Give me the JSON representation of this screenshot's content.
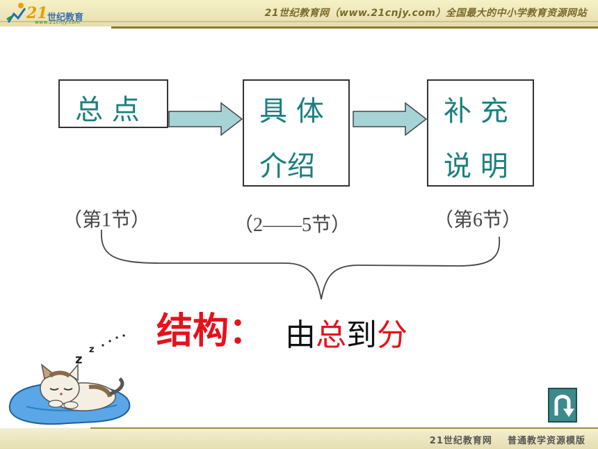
{
  "header": {
    "logo_number": "21",
    "logo_name": "世纪教育",
    "logo_url": "www.21cnjy.com",
    "slogan": "21世纪教育网（www.21cnjy.com）全国最大的中小学教育资源网站"
  },
  "flow": {
    "boxes": [
      {
        "line1": "总  点",
        "line2": ""
      },
      {
        "line1": "具 体",
        "line2": "介绍"
      },
      {
        "line1": "补 充",
        "line2": "说 明"
      }
    ],
    "notes": [
      "（第1节）",
      "（2——5节）",
      "（第6节）"
    ]
  },
  "structure": {
    "label": "结构：",
    "value_parts": [
      "由",
      "总",
      "到",
      "分"
    ]
  },
  "footer": {
    "site": "21世纪教育网",
    "template": "普通教学资源模版"
  },
  "colors": {
    "box_text": "#1a7f80",
    "arrow_fill": "#a6d4d6",
    "accent_red": "#e8101a"
  },
  "icons": {
    "sleeping_cat": "sleeping-cat-illustration",
    "back": "u-turn-arrow-icon"
  }
}
